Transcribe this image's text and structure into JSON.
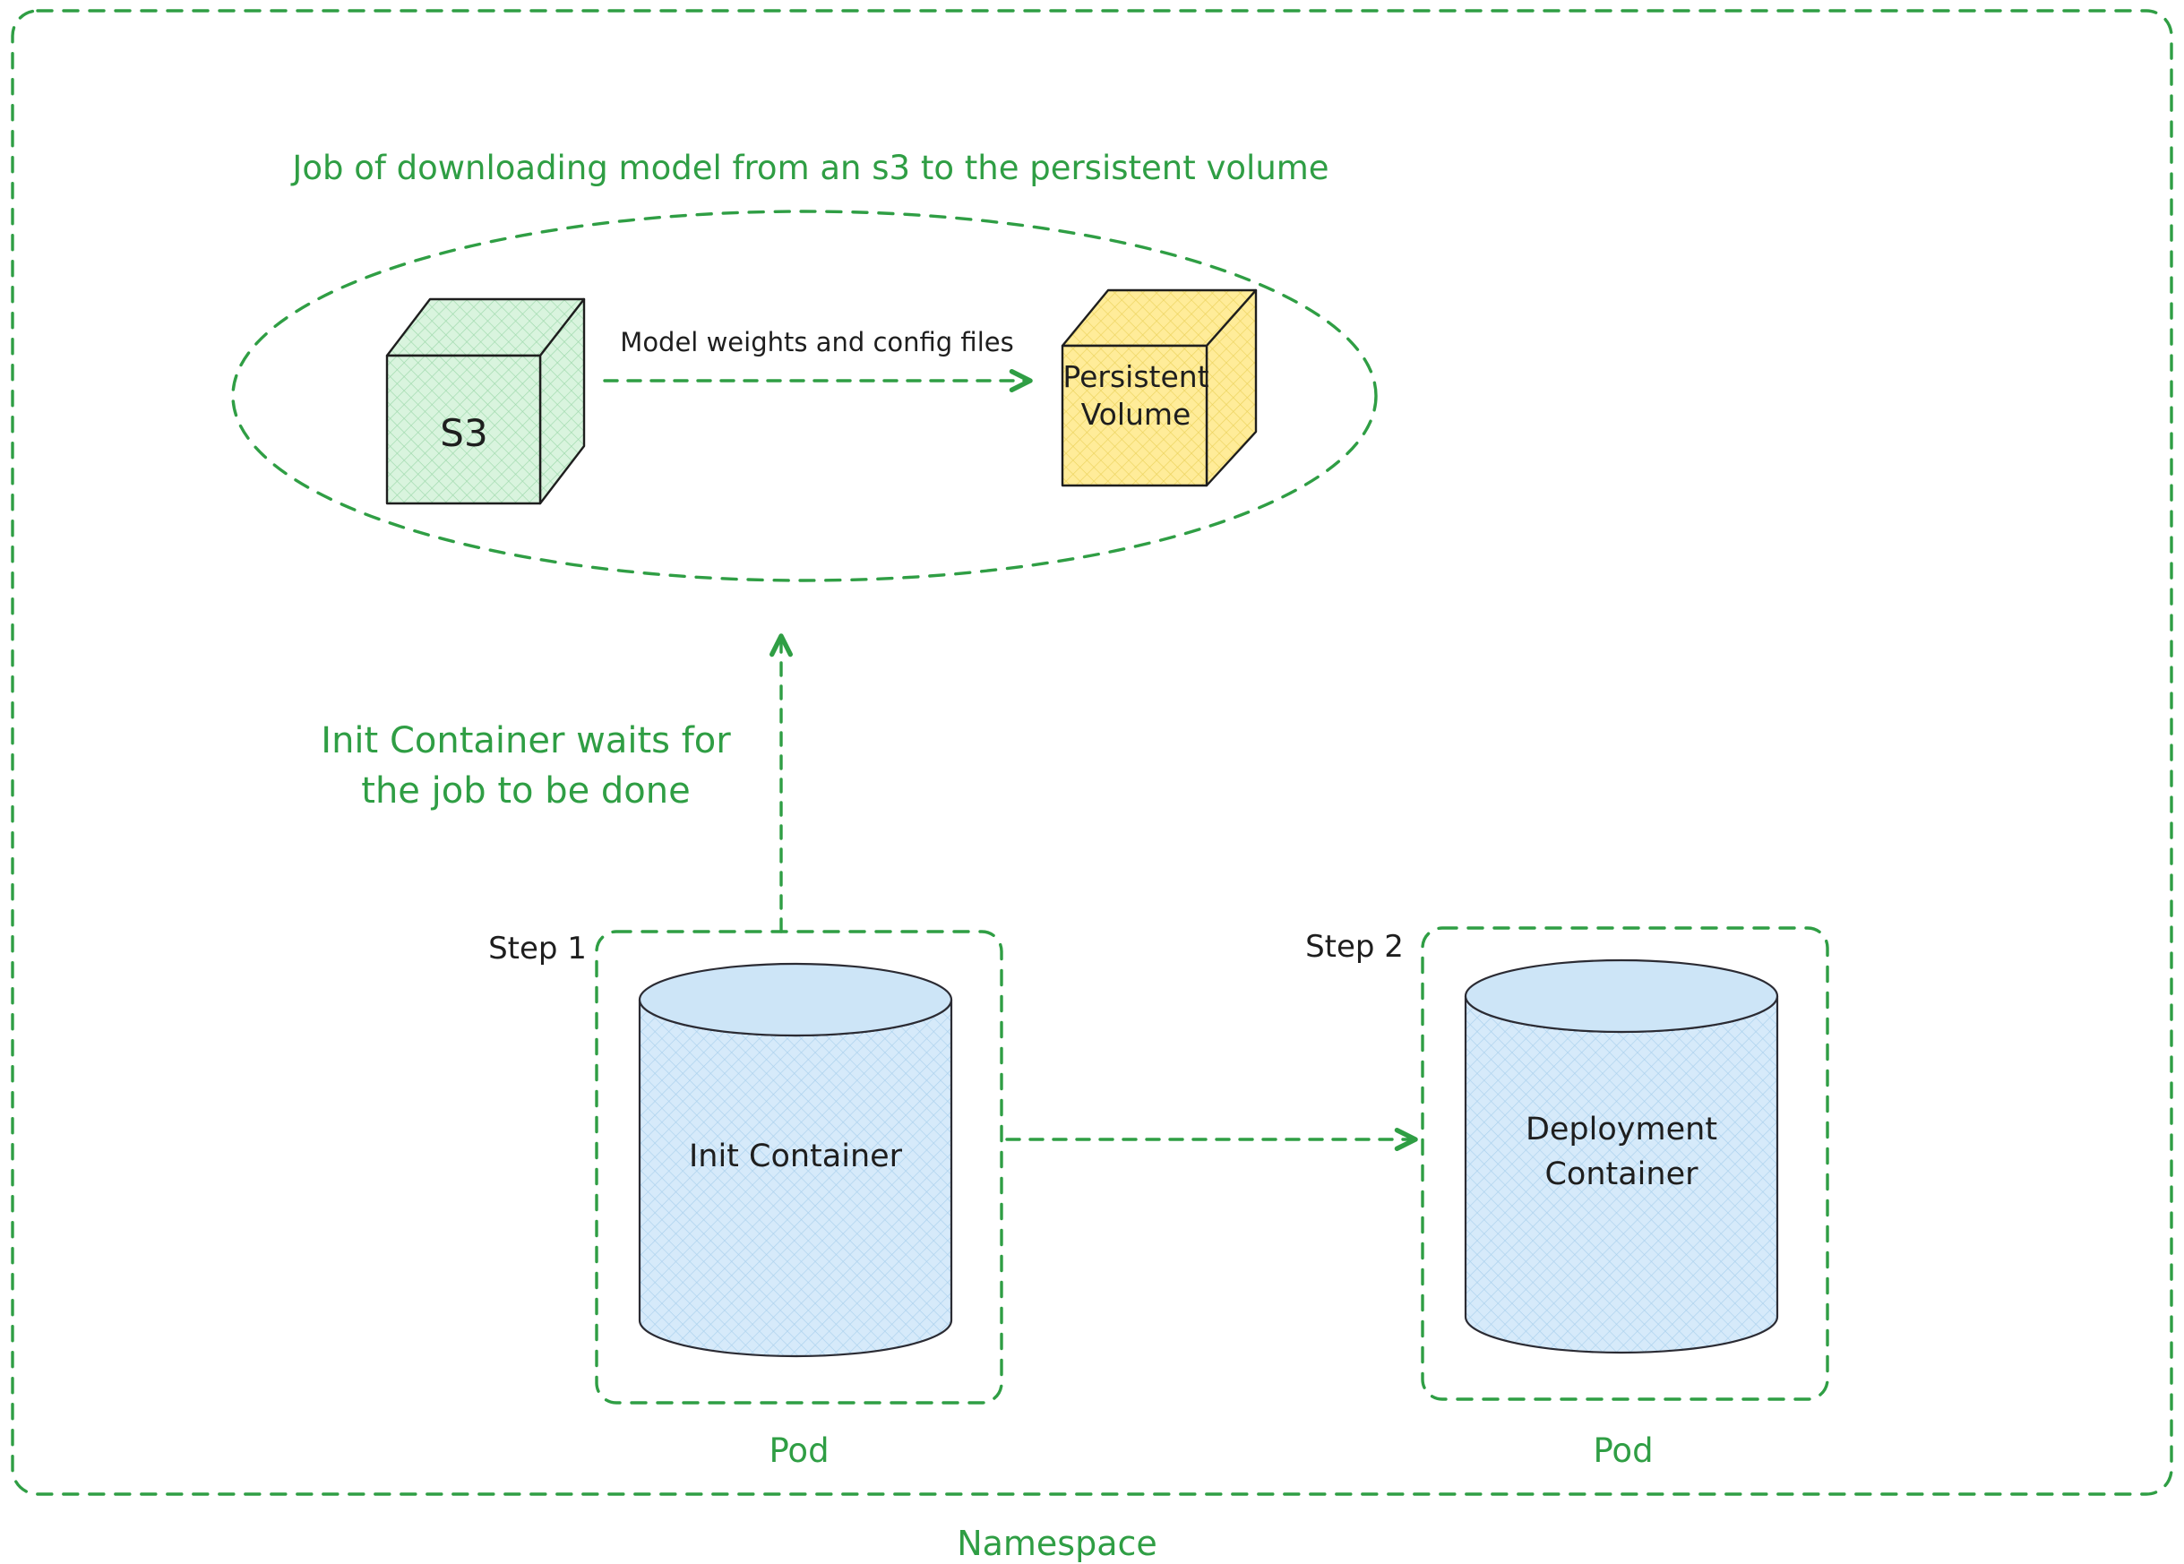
{
  "colors": {
    "stroke_green": "#2f9e44",
    "ink_black": "#1e1e1e",
    "s3_fill": "#d9f4de",
    "pv_fill": "#ffec99",
    "container_fill": "#d6eafa",
    "cylinder_top_fill": "#cde5f7"
  },
  "job": {
    "title": "Job of downloading model from an s3 to the persistent volume",
    "s3_label": "S3",
    "transfer_label": "Model weights and config files",
    "persistent_volume": [
      "Persistent",
      "Volume"
    ]
  },
  "wait_note": [
    "Init Container waits for",
    "the job to be done"
  ],
  "pods": [
    {
      "step": "Step 1",
      "container": [
        "Init Container",
        ""
      ],
      "label": "Pod"
    },
    {
      "step": "Step 2",
      "container": [
        "Deployment",
        "Container"
      ],
      "label": "Pod"
    }
  ],
  "namespace_label": "Namespace"
}
